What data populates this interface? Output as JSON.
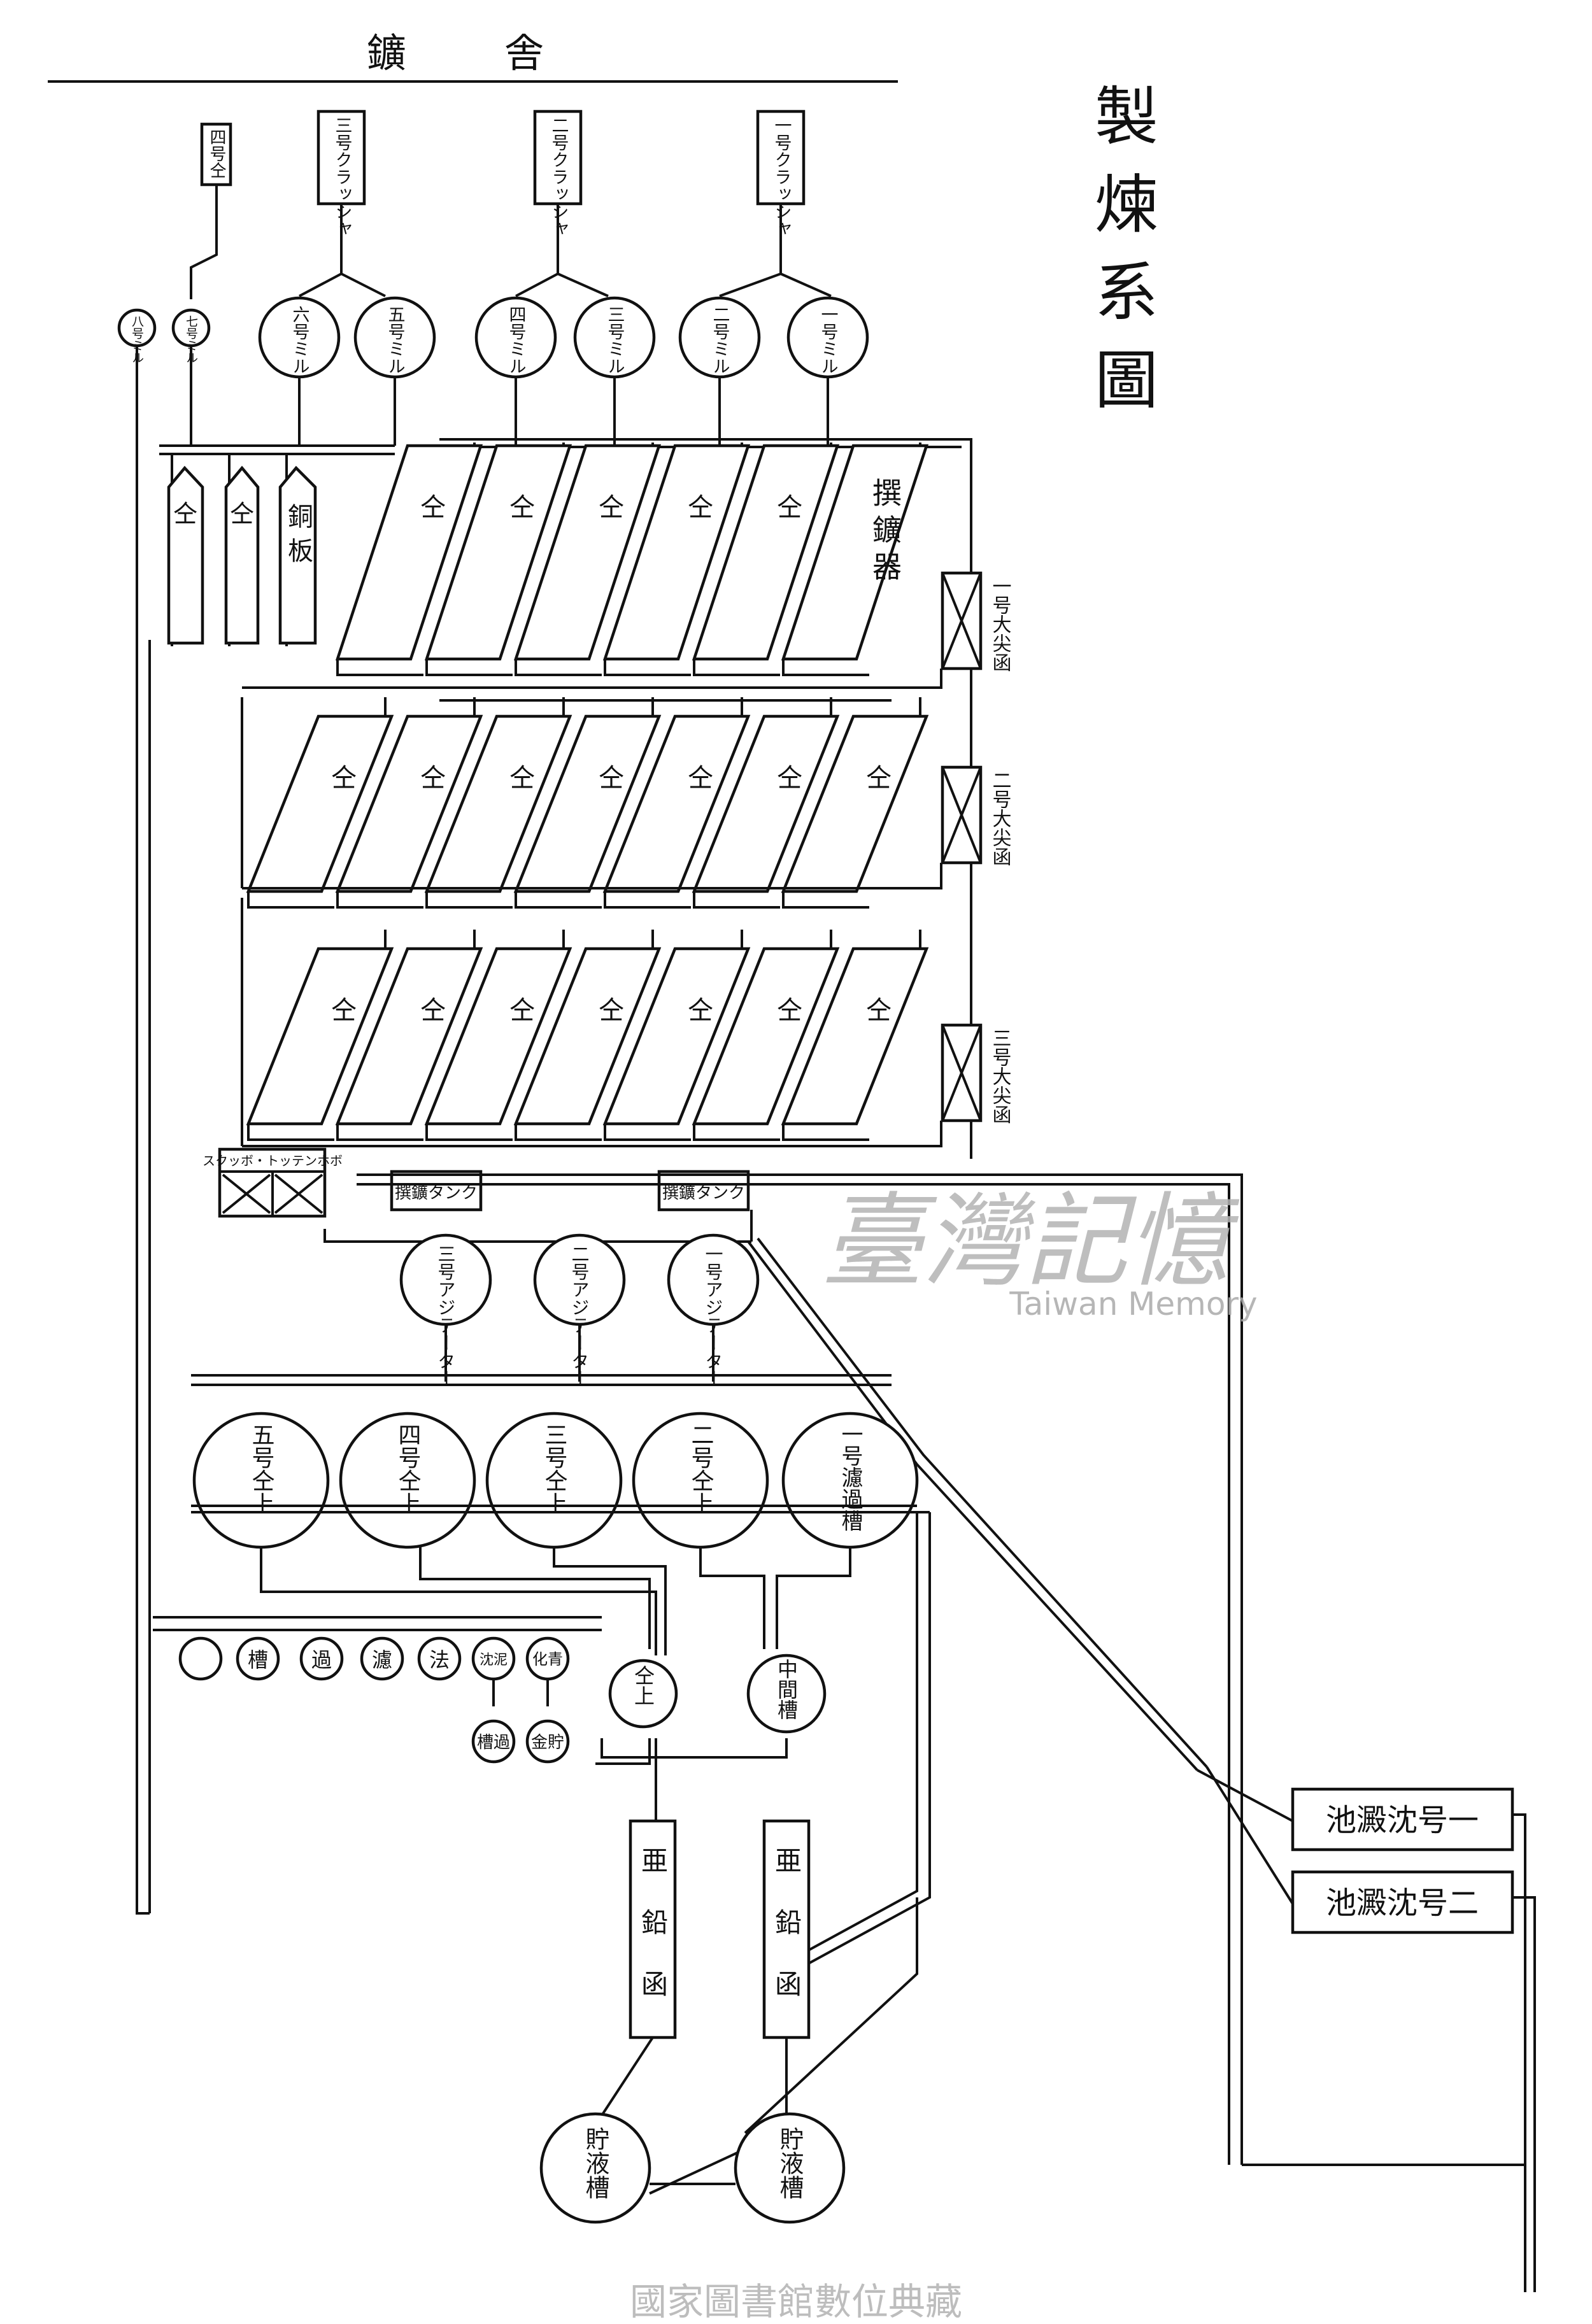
{
  "title": "製煉系圖",
  "header": "鑛　　舎",
  "crushers": [
    "三号クラッシャ",
    "二号クラッシャ",
    "一号クラッシャ"
  ],
  "crusher_small": [
    "四号仝"
  ],
  "mills": [
    "六号ミル",
    "五号ミル",
    "四号ミル",
    "三号ミル",
    "二号ミル",
    "一号ミル"
  ],
  "mills_small": [
    "七号ミル",
    "八号ミル"
  ],
  "ditto": "仝",
  "copper_plate": "銅板",
  "separator": "撰鑛器",
  "furnaces": [
    "一号大尖函",
    "二号大尖函",
    "三号大尖函"
  ],
  "sump_boxes": "スクッボ・トッテンホボ",
  "classifiers": [
    "撰鑛タンク",
    "撰鑛タンク"
  ],
  "agitators": [
    "三号アジテーター",
    "二号アジテーター",
    "一号アジテーター"
  ],
  "tanks": [
    "五号仝上",
    "四号仝上",
    "三号仝上",
    "二号仝上"
  ],
  "filter_tank": "一号濾過槽",
  "small_row": [
    "槽",
    "過",
    "濾",
    "法",
    "沈泥",
    "化青"
  ],
  "small_row2": [
    "槽過",
    "金貯"
  ],
  "same_above": "仝上",
  "middle_tank": "中間槽",
  "zinc_boxes": [
    "亜鉛函",
    "亜鉛函"
  ],
  "storage_tanks": [
    "貯液槽",
    "貯液槽"
  ],
  "settling_ponds": [
    "一号沈澱池",
    "二号沈澱池"
  ],
  "watermark": "臺灣記憶",
  "watermark_en": "Taiwan Memory",
  "footer": "國家圖書館數位典藏"
}
